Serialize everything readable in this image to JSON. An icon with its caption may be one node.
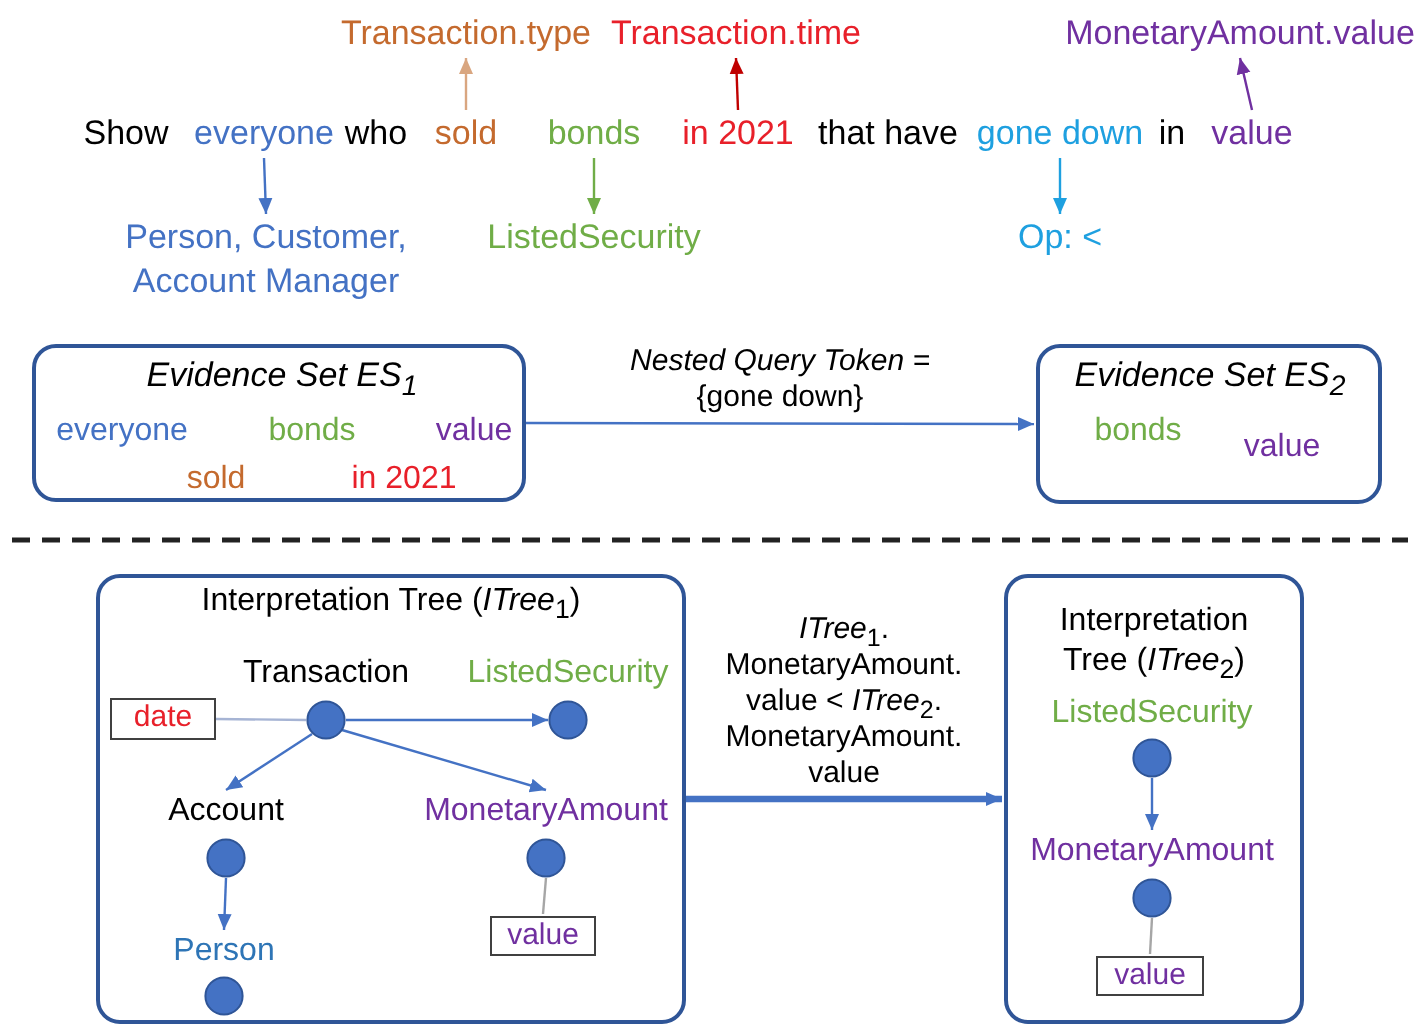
{
  "diagram": {
    "nodes": [
      {
        "text": [
          "Transaction.type"
        ]
      },
      {
        "text": [
          "Transaction.time"
        ]
      },
      {
        "text": [
          "MonetaryAmount.value"
        ]
      },
      {
        "text": [
          "everyone"
        ]
      },
      {
        "text": [
          "sold"
        ]
      },
      {
        "text": [
          "bonds"
        ]
      },
      {
        "text": [
          "in 2021"
        ]
      },
      {
        "text": [
          "gone down"
        ]
      },
      {
        "text": [
          "value"
        ]
      },
      {
        "text": [
          "Person, Customer, Account Manager"
        ]
      },
      {
        "text": [
          "ListedSecurity"
        ]
      },
      {
        "text": [
          "Op: <"
        ]
      },
      {
        "text": [
          "Evidence Set  ES$_{1}$",
          "everyone",
          "bonds",
          "value",
          "sold",
          "in 2021"
        ]
      },
      {
        "text": [
          "Evidence Set ES$_{2}$",
          "bonds",
          "value"
        ]
      },
      {
        "text": [
          "Interpretation Tree (*ITree*$_{1}$)"
        ]
      },
      {
        "text": [
          "Transaction"
        ],
        "in": 14
      },
      {
        "text": [
          "ListedSecurity"
        ],
        "in": 14
      },
      {
        "text": [
          "date"
        ],
        "in": 14
      },
      {
        "text": [
          "Account"
        ],
        "in": 14
      },
      {
        "text": [
          "MonetaryAmount"
        ],
        "in": 14
      },
      {
        "text": [
          "Person"
        ],
        "in": 14
      },
      {
        "text": [
          "value"
        ],
        "in": 14
      },
      {
        "text": [
          "Interpretation Tree (*ITree*$_{2}$)"
        ]
      },
      {
        "text": [
          "ListedSecurity"
        ],
        "in": 22
      },
      {
        "text": [
          "MonetaryAmount"
        ],
        "in": 22
      },
      {
        "text": [
          "value"
        ],
        "in": 22
      }
    ],
    "edges": [
      {
        "from": 4,
        "to": 0,
        "arrow": "to",
        "color": "#d9a680"
      },
      {
        "from": 6,
        "to": 1,
        "arrow": "to",
        "color": "#c00000"
      },
      {
        "from": 8,
        "to": 2,
        "arrow": "to",
        "color": "#7030a0"
      },
      {
        "from": 3,
        "to": 9,
        "arrow": "to"
      },
      {
        "from": 5,
        "to": 10,
        "arrow": "to",
        "color": "#70ad47"
      },
      {
        "from": 7,
        "to": 11,
        "arrow": "to",
        "color": "#1ea0e0"
      },
      {
        "from": 12,
        "to": 13,
        "arrow": "to",
        "label": "*Nested Query Token =* {gone down}"
      },
      {
        "from": 14,
        "to": 22,
        "arrow": "to",
        "style": "thick",
        "label": "*ITree*$_{1}$. MonetaryAmount. value < *ITree*$_{2}$. MonetaryAmount. value"
      },
      {
        "from": 17,
        "to": 15,
        "arrow": "none",
        "color": "#a6b4d4"
      },
      {
        "from": 15,
        "to": 16,
        "arrow": "to"
      },
      {
        "from": 15,
        "to": 18,
        "arrow": "to"
      },
      {
        "from": 15,
        "to": 19,
        "arrow": "to"
      },
      {
        "from": 18,
        "to": 20,
        "arrow": "to"
      },
      {
        "from": 19,
        "to": 21,
        "arrow": "none",
        "color": "#a6a6a6"
      },
      {
        "from": 23,
        "to": 24,
        "arrow": "to"
      },
      {
        "from": 24,
        "to": 25,
        "arrow": "none",
        "color": "#a6a6a6"
      }
    ],
    "labels": [
      "Show",
      "who",
      "that have",
      "in"
    ]
  }
}
